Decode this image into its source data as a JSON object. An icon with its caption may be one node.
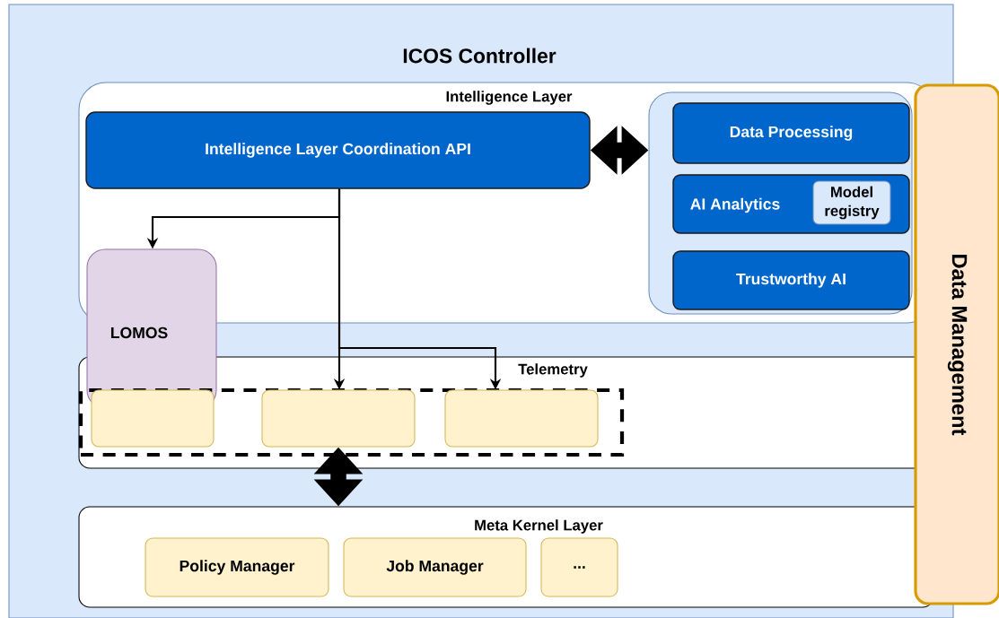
{
  "diagram": {
    "nodes": [
      {
        "text": [
          "ICOS Controller"
        ]
      },
      {
        "text": [
          "Intelligence Layer"
        ],
        "in": 0
      },
      {
        "text": [
          "Intelligence Layer Coordination API"
        ],
        "in": 1
      },
      {
        "text": [],
        "shape": "box",
        "in": 1
      },
      {
        "text": [
          "Data Processing"
        ],
        "in": 3
      },
      {
        "text": [
          "AI Analytics"
        ],
        "in": 3
      },
      {
        "text": [
          "Model registry"
        ],
        "in": 5
      },
      {
        "text": [
          "Trustworthy AI"
        ],
        "in": 3
      },
      {
        "text": [
          "LOMOS"
        ],
        "in": 0
      },
      {
        "text": [
          "Telemetry"
        ],
        "in": 0
      },
      {
        "text": [],
        "shape": "box",
        "in": 9
      },
      {
        "text": [],
        "shape": "box",
        "in": 10
      },
      {
        "text": [],
        "shape": "box",
        "in": 10
      },
      {
        "text": [],
        "shape": "box",
        "in": 10
      },
      {
        "text": [
          "Meta Kernel Layer"
        ],
        "in": 0
      },
      {
        "text": [
          "Policy Manager"
        ],
        "in": 14
      },
      {
        "text": [
          "Job Manager"
        ],
        "in": 14
      },
      {
        "text": [
          "..."
        ],
        "in": 14
      },
      {
        "text": [
          "Data Management"
        ]
      }
    ],
    "edges": [
      {
        "from": 2,
        "to": 3,
        "arrow": "both",
        "style": "thick"
      },
      {
        "from": 2,
        "to": 8,
        "arrow": "to"
      },
      {
        "from": 2,
        "to": 12,
        "arrow": "to"
      },
      {
        "from": 2,
        "to": 13,
        "arrow": "to"
      },
      {
        "from": 12,
        "to": 14,
        "arrow": "both",
        "style": "thick"
      }
    ]
  }
}
